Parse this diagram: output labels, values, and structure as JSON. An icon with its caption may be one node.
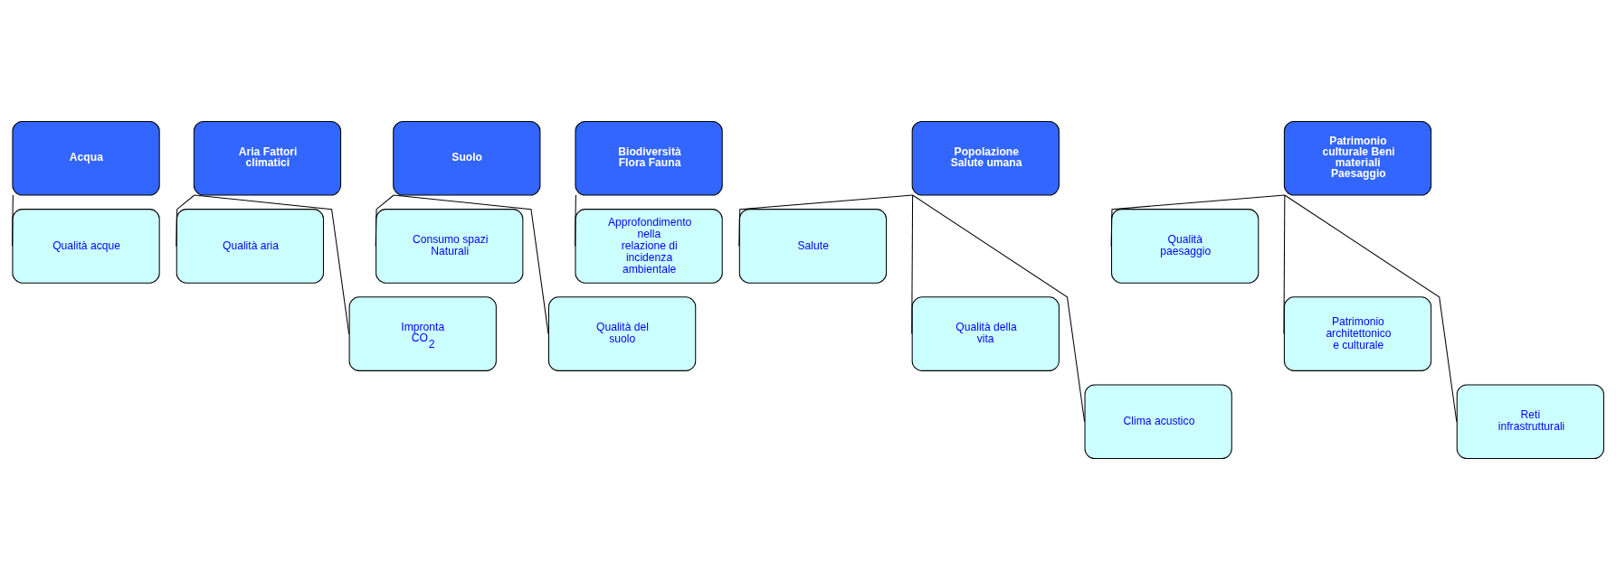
{
  "diagram": {
    "nodes": [
      {
        "text": [
          "Acqua"
        ]
      },
      {
        "text": [
          "Aria Fattori climatici"
        ]
      },
      {
        "text": [
          "Suolo"
        ]
      },
      {
        "text": [
          "Biodiversità Flora Fauna"
        ]
      },
      {
        "text": [
          "Popolazione Salute umana"
        ]
      },
      {
        "text": [
          "Patrimonio culturale Beni materiali Paesaggio"
        ]
      },
      {
        "text": [
          "Qualità acque"
        ]
      },
      {
        "text": [
          "Qualità aria"
        ]
      },
      {
        "text": [
          "Impronta CO$_{2}$"
        ]
      },
      {
        "text": [
          "Consumo spazi Naturali"
        ]
      },
      {
        "text": [
          "Qualità del suolo"
        ]
      },
      {
        "text": [
          "Approfondimento nella relazione di incidenza ambientale"
        ]
      },
      {
        "text": [
          "Salute"
        ]
      },
      {
        "text": [
          "Qualità della vita"
        ]
      },
      {
        "text": [
          "Clima acustico"
        ]
      },
      {
        "text": [
          "Qualità paesaggio"
        ]
      },
      {
        "text": [
          "Patrimonio architettonico e culturale"
        ]
      },
      {
        "text": [
          "Reti infrastrutturali"
        ]
      }
    ],
    "edges": [
      {
        "from": 0,
        "to": 6,
        "arrow": "none"
      },
      {
        "from": 1,
        "to": 7,
        "arrow": "none"
      },
      {
        "from": 1,
        "to": 8,
        "arrow": "none"
      },
      {
        "from": 2,
        "to": 9,
        "arrow": "none"
      },
      {
        "from": 2,
        "to": 10,
        "arrow": "none"
      },
      {
        "from": 3,
        "to": 11,
        "arrow": "none"
      },
      {
        "from": 4,
        "to": 12,
        "arrow": "none"
      },
      {
        "from": 4,
        "to": 13,
        "arrow": "none"
      },
      {
        "from": 4,
        "to": 14,
        "arrow": "none"
      },
      {
        "from": 5,
        "to": 15,
        "arrow": "none"
      },
      {
        "from": 5,
        "to": 16,
        "arrow": "none"
      },
      {
        "from": 5,
        "to": 17,
        "arrow": "none"
      }
    ]
  }
}
